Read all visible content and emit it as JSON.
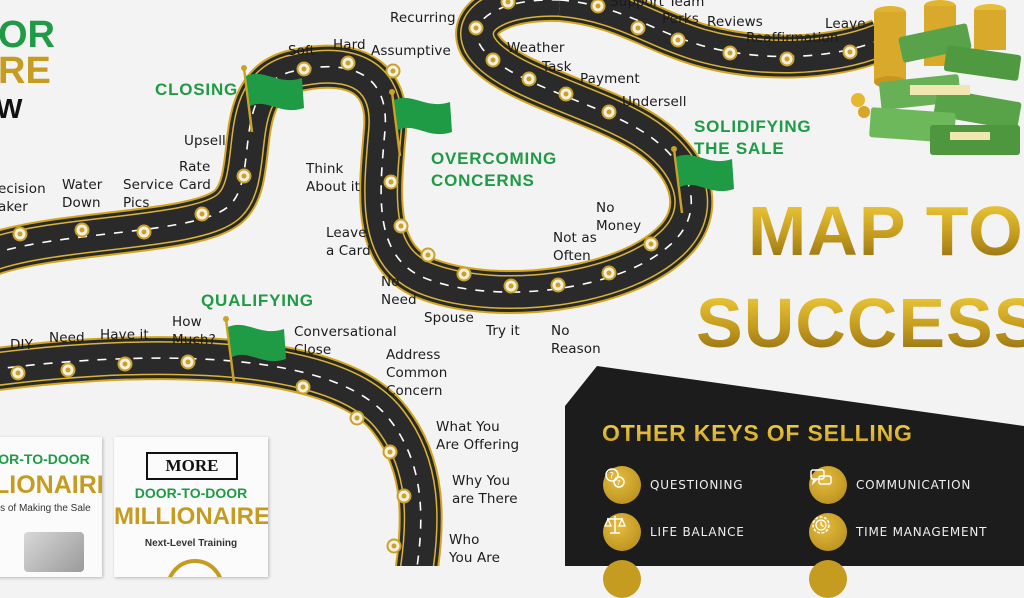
{
  "brand": {
    "logo_lines": [
      "OR",
      "RE",
      "W"
    ]
  },
  "title": {
    "line1": "MAP TO",
    "line2": "SUCCESS"
  },
  "stages": {
    "qualifying": "QUALIFYING",
    "closing": "CLOSING",
    "overcoming": "OVERCOMING\nCONCERNS",
    "solidifying": "SOLIDIFYING\nTHE SALE"
  },
  "road_labels": {
    "diy": "DIY",
    "need": "Need",
    "have_it": "Have it",
    "how_much": "How\nMuch?",
    "conversational_close": "Conversational\nClose",
    "address_common_concern": "Address\nCommon\nConcern",
    "what_you_are_offering": "What You\nAre Offering",
    "why_you_are_there": "Why You\nare There",
    "who_you_are": "Who\nYou Are",
    "decision_maker": "ecision\naker",
    "water_down": "Water\nDown",
    "service_pics": "Service\nPics",
    "rate_card": "Rate\nCard",
    "upsell": "Upsell",
    "soft": "Soft",
    "hard": "Hard",
    "assumptive": "Assumptive",
    "think_about_it": "Think\nAbout it",
    "leave_a_card": "Leave\na Card",
    "no_need": "No\nNeed",
    "spouse": "Spouse",
    "try_it": "Try it",
    "no_reason": "No\nReason",
    "not_as_often": "Not as\nOften",
    "no_money": "No\nMoney",
    "recurring": "Recurring",
    "weather": "Weather",
    "task": "Task",
    "payment": "Payment",
    "undersell": "Undersell",
    "support_team": "Support Team",
    "perks": "Perks",
    "reviews": "Reviews",
    "reaffirmation": "Reaffirmation",
    "leave": "Leave"
  },
  "keys": {
    "title": "OTHER KEYS OF SELLING",
    "items": [
      {
        "label": "QUESTIONING",
        "icon": "question-bubbles-icon"
      },
      {
        "label": "COMMUNICATION",
        "icon": "chat-bubbles-icon"
      },
      {
        "label": "LIFE BALANCE",
        "icon": "scales-icon"
      },
      {
        "label": "TIME MANAGEMENT",
        "icon": "clock-gear-icon"
      }
    ]
  },
  "books": {
    "book1": {
      "line1": "OR-TO-DOOR",
      "line2": "LIONAIRE",
      "subtitle": "ts of Making the Sale"
    },
    "book2": {
      "badge": "MORE",
      "line1": "DOOR-TO-DOOR",
      "line2": "MILLIONAIRE",
      "subtitle": "Next-Level Training"
    }
  },
  "colors": {
    "stage_green": "#1f9a45",
    "gold": "#c9a227",
    "road": "#2b2b2b",
    "panel": "#1c1c1c"
  }
}
